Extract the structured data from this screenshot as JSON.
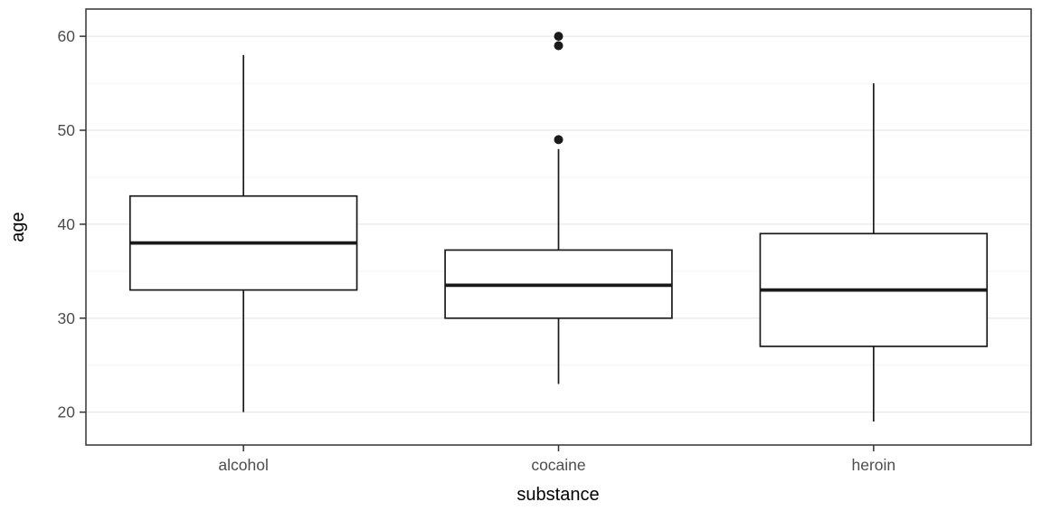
{
  "chart_data": {
    "type": "boxplot",
    "title": "",
    "xlabel": "substance",
    "ylabel": "age",
    "categories": [
      "alcohol",
      "cocaine",
      "heroin"
    ],
    "series": [
      {
        "category": "alcohol",
        "whisker_low": 20,
        "q1": 33,
        "median": 38,
        "q3": 43,
        "whisker_high": 58,
        "outliers": []
      },
      {
        "category": "cocaine",
        "whisker_low": 23,
        "q1": 30,
        "median": 33.5,
        "q3": 37.25,
        "whisker_high": 48,
        "outliers": [
          49,
          59,
          60
        ]
      },
      {
        "category": "heroin",
        "whisker_low": 19,
        "q1": 27,
        "median": 33,
        "q3": 39,
        "whisker_high": 55,
        "outliers": []
      }
    ],
    "ylim": [
      16.5,
      62.9
    ],
    "y_major_ticks": [
      20,
      30,
      40,
      50,
      60
    ],
    "y_minor_ticks": [
      25,
      35,
      45,
      55
    ],
    "grid": true,
    "legend": "none",
    "style": {
      "background": "#ffffff",
      "panel_fill": "#ffffff",
      "panel_border": "#333333",
      "grid_major": "#e8e8e8",
      "grid_minor": "#f4f4f4",
      "box_fill": "#ffffff",
      "box_stroke": "#1a1a1a",
      "median_stroke": "#1a1a1a",
      "whisker_stroke": "#1a1a1a",
      "outlier_fill": "#1a1a1a",
      "tick_mark_color": "#333333",
      "tick_label_color": "#4d4d4d",
      "axis_title_color": "#000000"
    }
  }
}
